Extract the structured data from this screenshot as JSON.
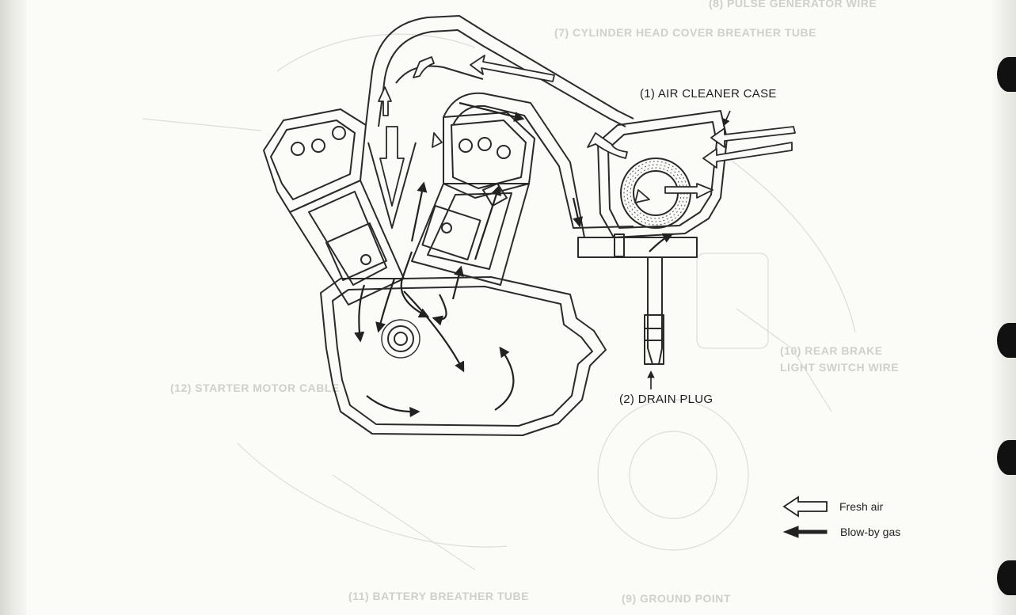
{
  "labels": {
    "air_cleaner_case": "(1) AIR CLEANER CASE",
    "drain_plug": "(2) DRAIN PLUG"
  },
  "legend": {
    "fresh_air": "Fresh air",
    "blow_by_gas": "Blow-by gas"
  },
  "background_text": {
    "pulse_generator_wire": "(8) PULSE GENERATOR WIRE",
    "breather_tube": "(7) CYLINDER HEAD COVER BREATHER TUBE",
    "rear_brake_light_switch_wire": "(10) REAR BRAKE LIGHT SWITCH WIRE",
    "starter_motor_cable": "(12) STARTER MOTOR CABLE",
    "battery_breather_tube": "(11) BATTERY BREATHER TUBE",
    "ground_point": "(9) GROUND POINT"
  },
  "colors": {
    "line": "#2a2a2a",
    "ghost": "#d2d2ce",
    "binding": "#111111"
  }
}
